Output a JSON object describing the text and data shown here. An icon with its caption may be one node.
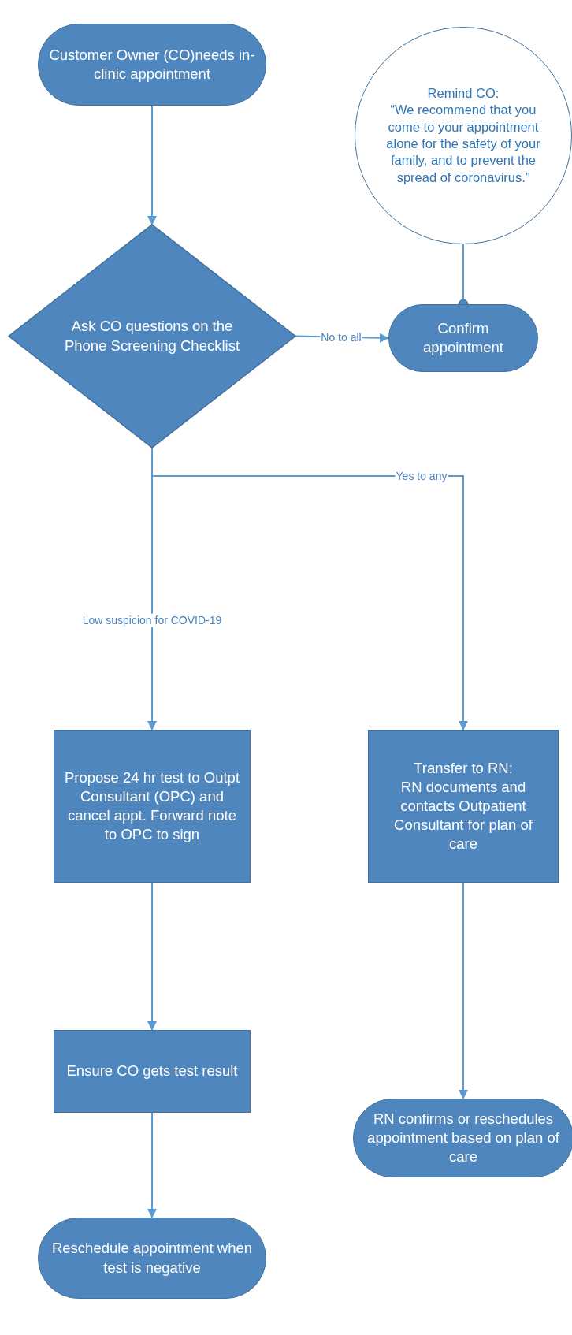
{
  "diagram": {
    "nodes": [
      {
        "text": [
          "Customer Owner (CO)needs in-clinic appointment"
        ]
      },
      {
        "text": [
          "Remind CO:",
          "“We recommend that you come to your appointment alone for the safety of your family, and to prevent the spread of coronavirus.”"
        ]
      },
      {
        "text": [
          "Ask CO questions on the Phone Screening Checklist"
        ]
      },
      {
        "text": [
          "Confirm appointment"
        ]
      },
      {
        "text": [
          "Propose 24 hr test to Outpt Consultant (OPC) and cancel appt. Forward note to OPC to sign"
        ]
      },
      {
        "text": [
          "Transfer to RN:",
          "RN documents and contacts Outpatient Consultant for plan of care"
        ]
      },
      {
        "text": [
          "Ensure CO gets test result"
        ]
      },
      {
        "text": [
          "RN confirms or reschedules appointment based on plan of care"
        ]
      },
      {
        "text": [
          "Reschedule appointment when test is negative"
        ]
      }
    ],
    "edges": [
      {
        "from": 0,
        "to": 2,
        "arrow": "to"
      },
      {
        "from": 1,
        "to": 3,
        "arrow": "other"
      },
      {
        "from": 2,
        "to": 3,
        "arrow": "to",
        "label": "No to all"
      },
      {
        "from": 2,
        "to": 4,
        "arrow": "to",
        "label": "Low suspicion for COVID-19"
      },
      {
        "from": 2,
        "to": 5,
        "arrow": "to",
        "label": "Yes to any"
      },
      {
        "from": 4,
        "to": 6,
        "arrow": "to"
      },
      {
        "from": 6,
        "to": 8,
        "arrow": "to"
      },
      {
        "from": 5,
        "to": 7,
        "arrow": "to"
      }
    ]
  }
}
